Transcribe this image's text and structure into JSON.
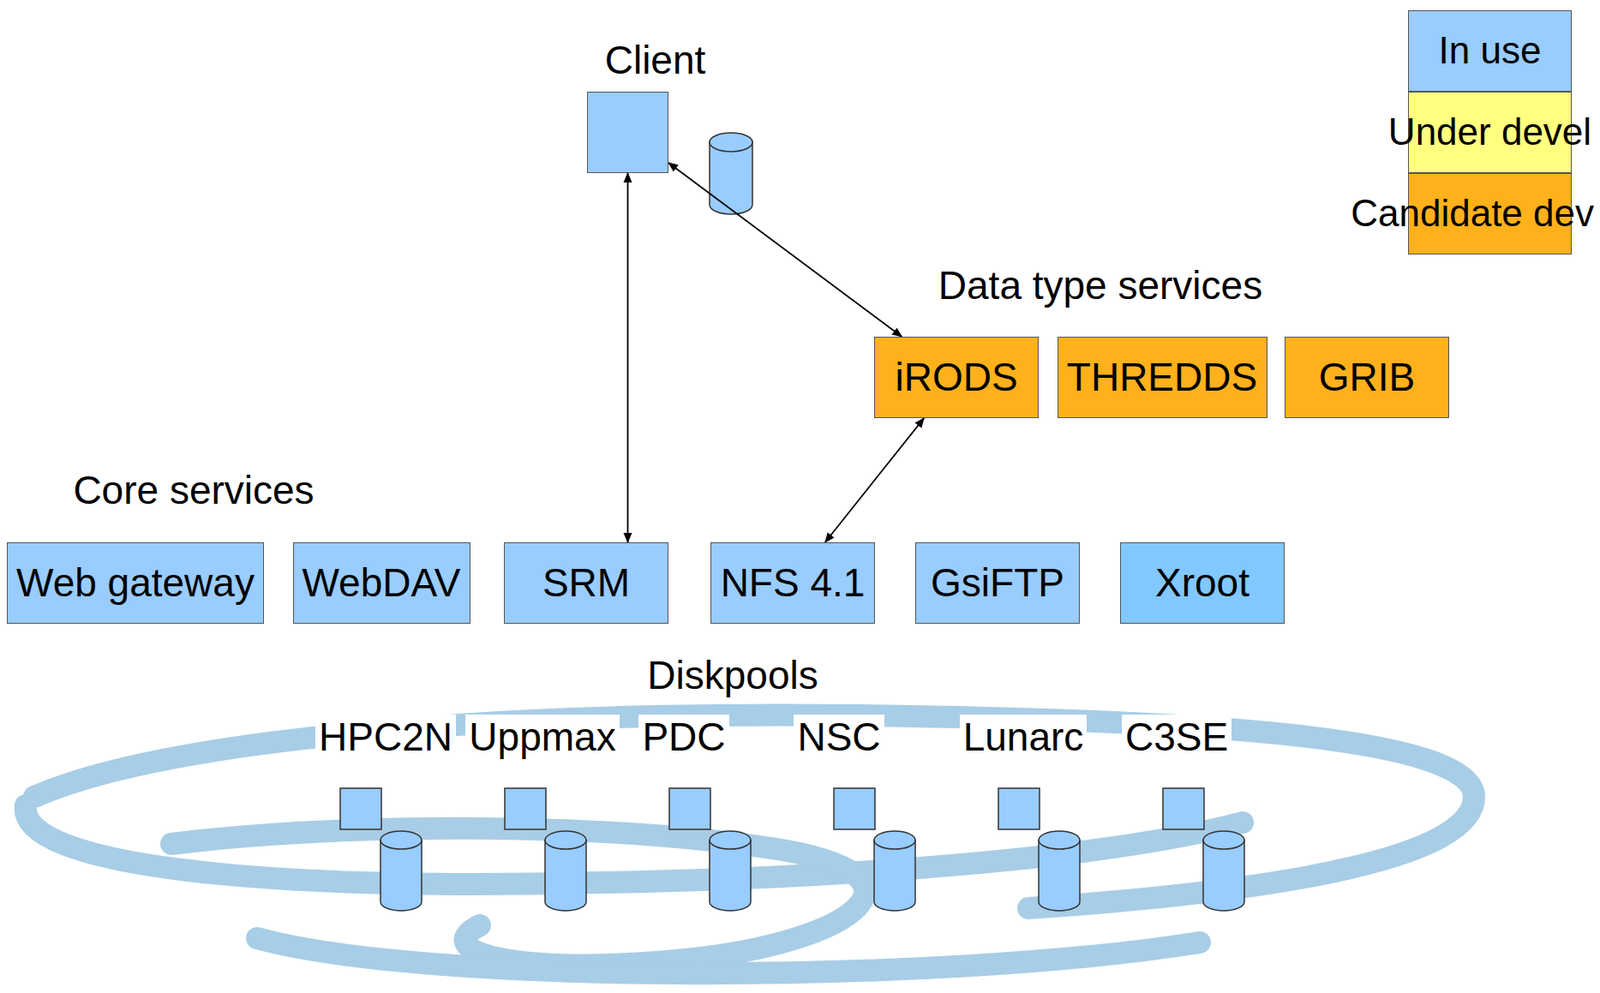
{
  "diagram": {
    "nodes": [
      {
        "text": [
          "Client"
        ]
      },
      {
        "text": [
          "iRODS"
        ]
      },
      {
        "text": [
          "THREDDS"
        ]
      },
      {
        "text": [
          "GRIB"
        ]
      },
      {
        "text": [
          "Web gateway"
        ]
      },
      {
        "text": [
          "WebDAV"
        ]
      },
      {
        "text": [
          "SRM"
        ]
      },
      {
        "text": [
          "NFS 4.1"
        ]
      },
      {
        "text": [
          "GsiFTP"
        ]
      },
      {
        "text": [
          "Xroot"
        ]
      }
    ],
    "edges": [
      {
        "from": 0,
        "to": 6,
        "arrow": "both"
      },
      {
        "from": 0,
        "to": 1,
        "arrow": "both"
      },
      {
        "from": 1,
        "to": 7,
        "arrow": "both"
      }
    ],
    "labels": [
      "Data type services",
      "Core services",
      "Diskpools",
      "HPC2N",
      "Uppmax",
      "PDC",
      "NSC",
      "Lunarc",
      "C3SE"
    ],
    "legend": [
      {
        "text": "In use",
        "color": "#99ccff"
      },
      {
        "text": "Under devel",
        "color": "#ffff80"
      },
      {
        "text": "Candidate dev",
        "color": "#ffb11b"
      }
    ]
  }
}
